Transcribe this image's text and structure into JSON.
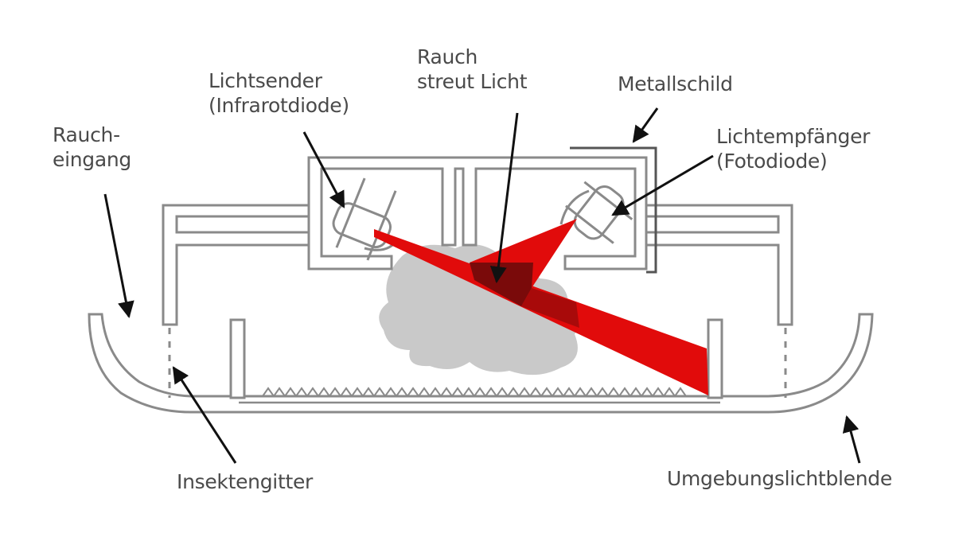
{
  "labels": {
    "rauch_eingang": {
      "line1": "Rauch-",
      "line2": "eingang"
    },
    "lichtsender": {
      "line1": "Lichtsender",
      "line2": "(Infrarotdiode)"
    },
    "rauch_streut": {
      "line1": "Rauch",
      "line2": "streut Licht"
    },
    "metallschild": "Metallschild",
    "lichtempfaenger": {
      "line1": "Lichtempfänger",
      "line2": "(Fotodiode)"
    },
    "insektengitter": "Insektengitter",
    "umgebungslichtblende": "Umgebungslichtblende"
  },
  "colors": {
    "outline": "#8a8a8a",
    "fill": "#ffffff",
    "beam": "#e10b0b",
    "beam_dark": "#7a0a0a",
    "beam_mid": "#a80a0a",
    "smoke": "#c9c9c9",
    "arrow": "#111111",
    "text": "#4a4a4a"
  }
}
